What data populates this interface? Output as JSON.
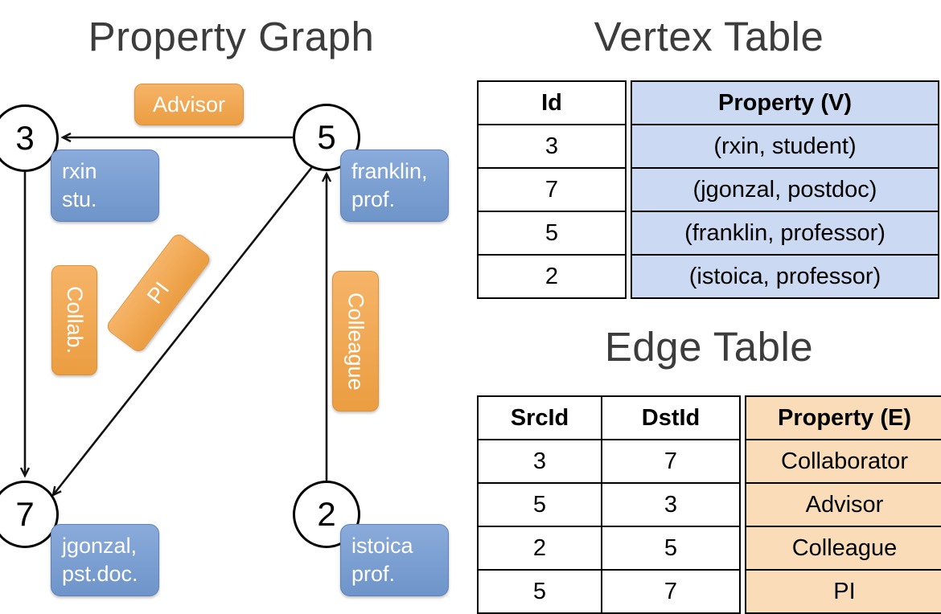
{
  "titles": {
    "graph": "Property Graph",
    "vertex_table": "Vertex Table",
    "edge_table": "Edge Table"
  },
  "graph": {
    "vertices": [
      {
        "id": "3",
        "property": "rxin\nstu."
      },
      {
        "id": "5",
        "property": "franklin,\nprof."
      },
      {
        "id": "7",
        "property": "jgonzal,\npst.doc."
      },
      {
        "id": "2",
        "property": "istoica\nprof."
      }
    ],
    "edge_labels": [
      {
        "src": "5",
        "dst": "3",
        "label": "Advisor"
      },
      {
        "src": "3",
        "dst": "7",
        "label": "Collab."
      },
      {
        "src": "5",
        "dst": "7",
        "label": "PI"
      },
      {
        "src": "2",
        "dst": "5",
        "label": "Colleague"
      }
    ]
  },
  "vertex_table": {
    "headers": [
      "Id",
      "Property (V)"
    ],
    "rows": [
      [
        "3",
        "(rxin, student)"
      ],
      [
        "7",
        "(jgonzal, postdoc)"
      ],
      [
        "5",
        "(franklin, professor)"
      ],
      [
        "2",
        "(istoica, professor)"
      ]
    ]
  },
  "edge_table": {
    "headers": [
      "SrcId",
      "DstId",
      "Property (E)"
    ],
    "rows": [
      [
        "3",
        "7",
        "Collaborator"
      ],
      [
        "5",
        "3",
        "Advisor"
      ],
      [
        "2",
        "5",
        "Colleague"
      ],
      [
        "5",
        "7",
        "PI"
      ]
    ]
  },
  "colors": {
    "vertex_box": "#7a9fd2",
    "edge_box": "#f0a750",
    "vertex_cell": "#cbdaf2",
    "edge_cell": "#fbdcb8",
    "line": "#111111"
  }
}
